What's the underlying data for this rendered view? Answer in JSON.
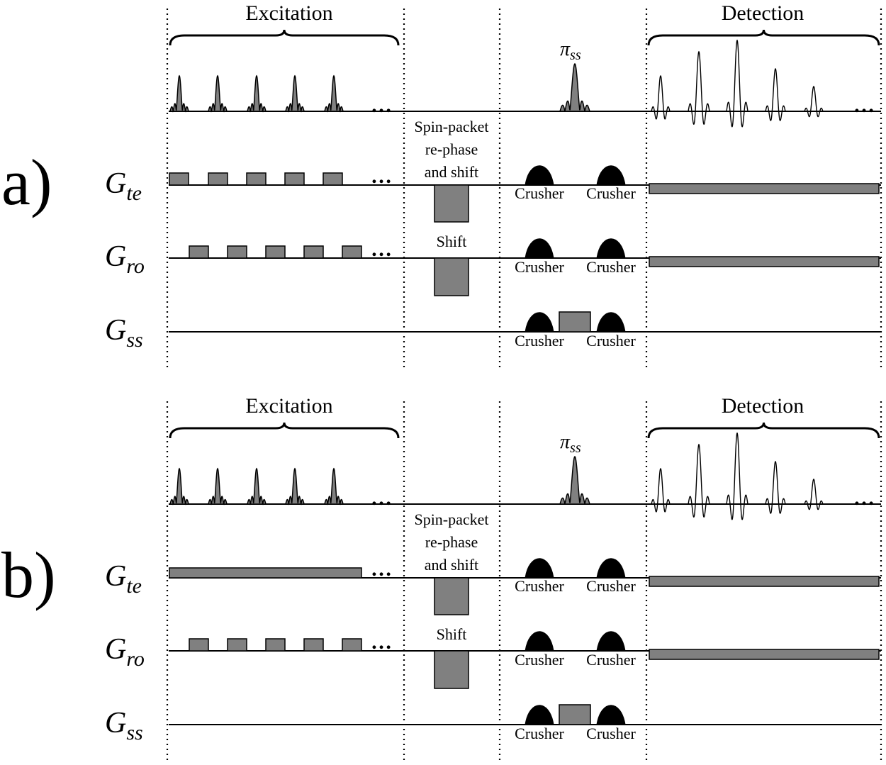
{
  "panels": [
    {
      "id": "a",
      "label": "a)",
      "excitation_title": "Excitation",
      "detection_title": "Detection",
      "pi_label": "π",
      "pi_sub": "ss",
      "spin_packet_lines": [
        "Spin-packet",
        "re-phase",
        "and shift"
      ],
      "shift_label": "Shift",
      "crusher_label": "Crusher",
      "ellipsis": "…",
      "gradients": [
        {
          "name": "G",
          "sub": "te"
        },
        {
          "name": "G",
          "sub": "ro"
        },
        {
          "name": "G",
          "sub": "ss"
        }
      ],
      "te_mode": "blips"
    },
    {
      "id": "b",
      "label": "b)",
      "excitation_title": "Excitation",
      "detection_title": "Detection",
      "pi_label": "π",
      "pi_sub": "ss",
      "spin_packet_lines": [
        "Spin-packet",
        "re-phase",
        "and shift"
      ],
      "shift_label": "Shift",
      "crusher_label": "Crusher",
      "ellipsis": "…",
      "gradients": [
        {
          "name": "G",
          "sub": "te"
        },
        {
          "name": "G",
          "sub": "ro"
        },
        {
          "name": "G",
          "sub": "ss"
        }
      ],
      "te_mode": "constant"
    }
  ]
}
